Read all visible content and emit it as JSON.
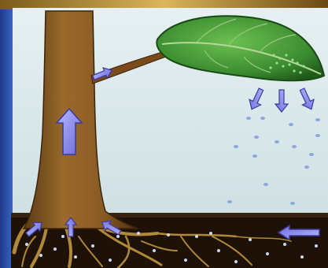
{
  "diagram": {
    "kind": "plant water cycle illustration",
    "colors": {
      "frame_left": "#2a4fa8",
      "frame_top": "#c9a14a",
      "sky": "#dce9ec",
      "trunk": "#8a5a24",
      "trunk_dark": "#5a3a14",
      "leaf": "#3f9a34",
      "leaf_dark": "#1f5a1a",
      "soil": "#1e1208",
      "root": "#b0883a",
      "arrow": "#8c8ce8",
      "arrow_edge": "#3a3aa0",
      "droplet": "#7a9ad8"
    },
    "arrows": [
      {
        "name": "trunk-up-arrow",
        "direction": "up"
      },
      {
        "name": "branch-arrow",
        "direction": "up-right"
      },
      {
        "name": "leaf-down-arrow-1",
        "direction": "down-left"
      },
      {
        "name": "leaf-down-arrow-2",
        "direction": "down"
      },
      {
        "name": "leaf-down-arrow-3",
        "direction": "down-right"
      },
      {
        "name": "root-arrow-left",
        "direction": "up-right"
      },
      {
        "name": "root-arrow-center",
        "direction": "up"
      },
      {
        "name": "root-arrow-right",
        "direction": "up-left"
      },
      {
        "name": "soil-arrow",
        "direction": "left"
      }
    ]
  }
}
